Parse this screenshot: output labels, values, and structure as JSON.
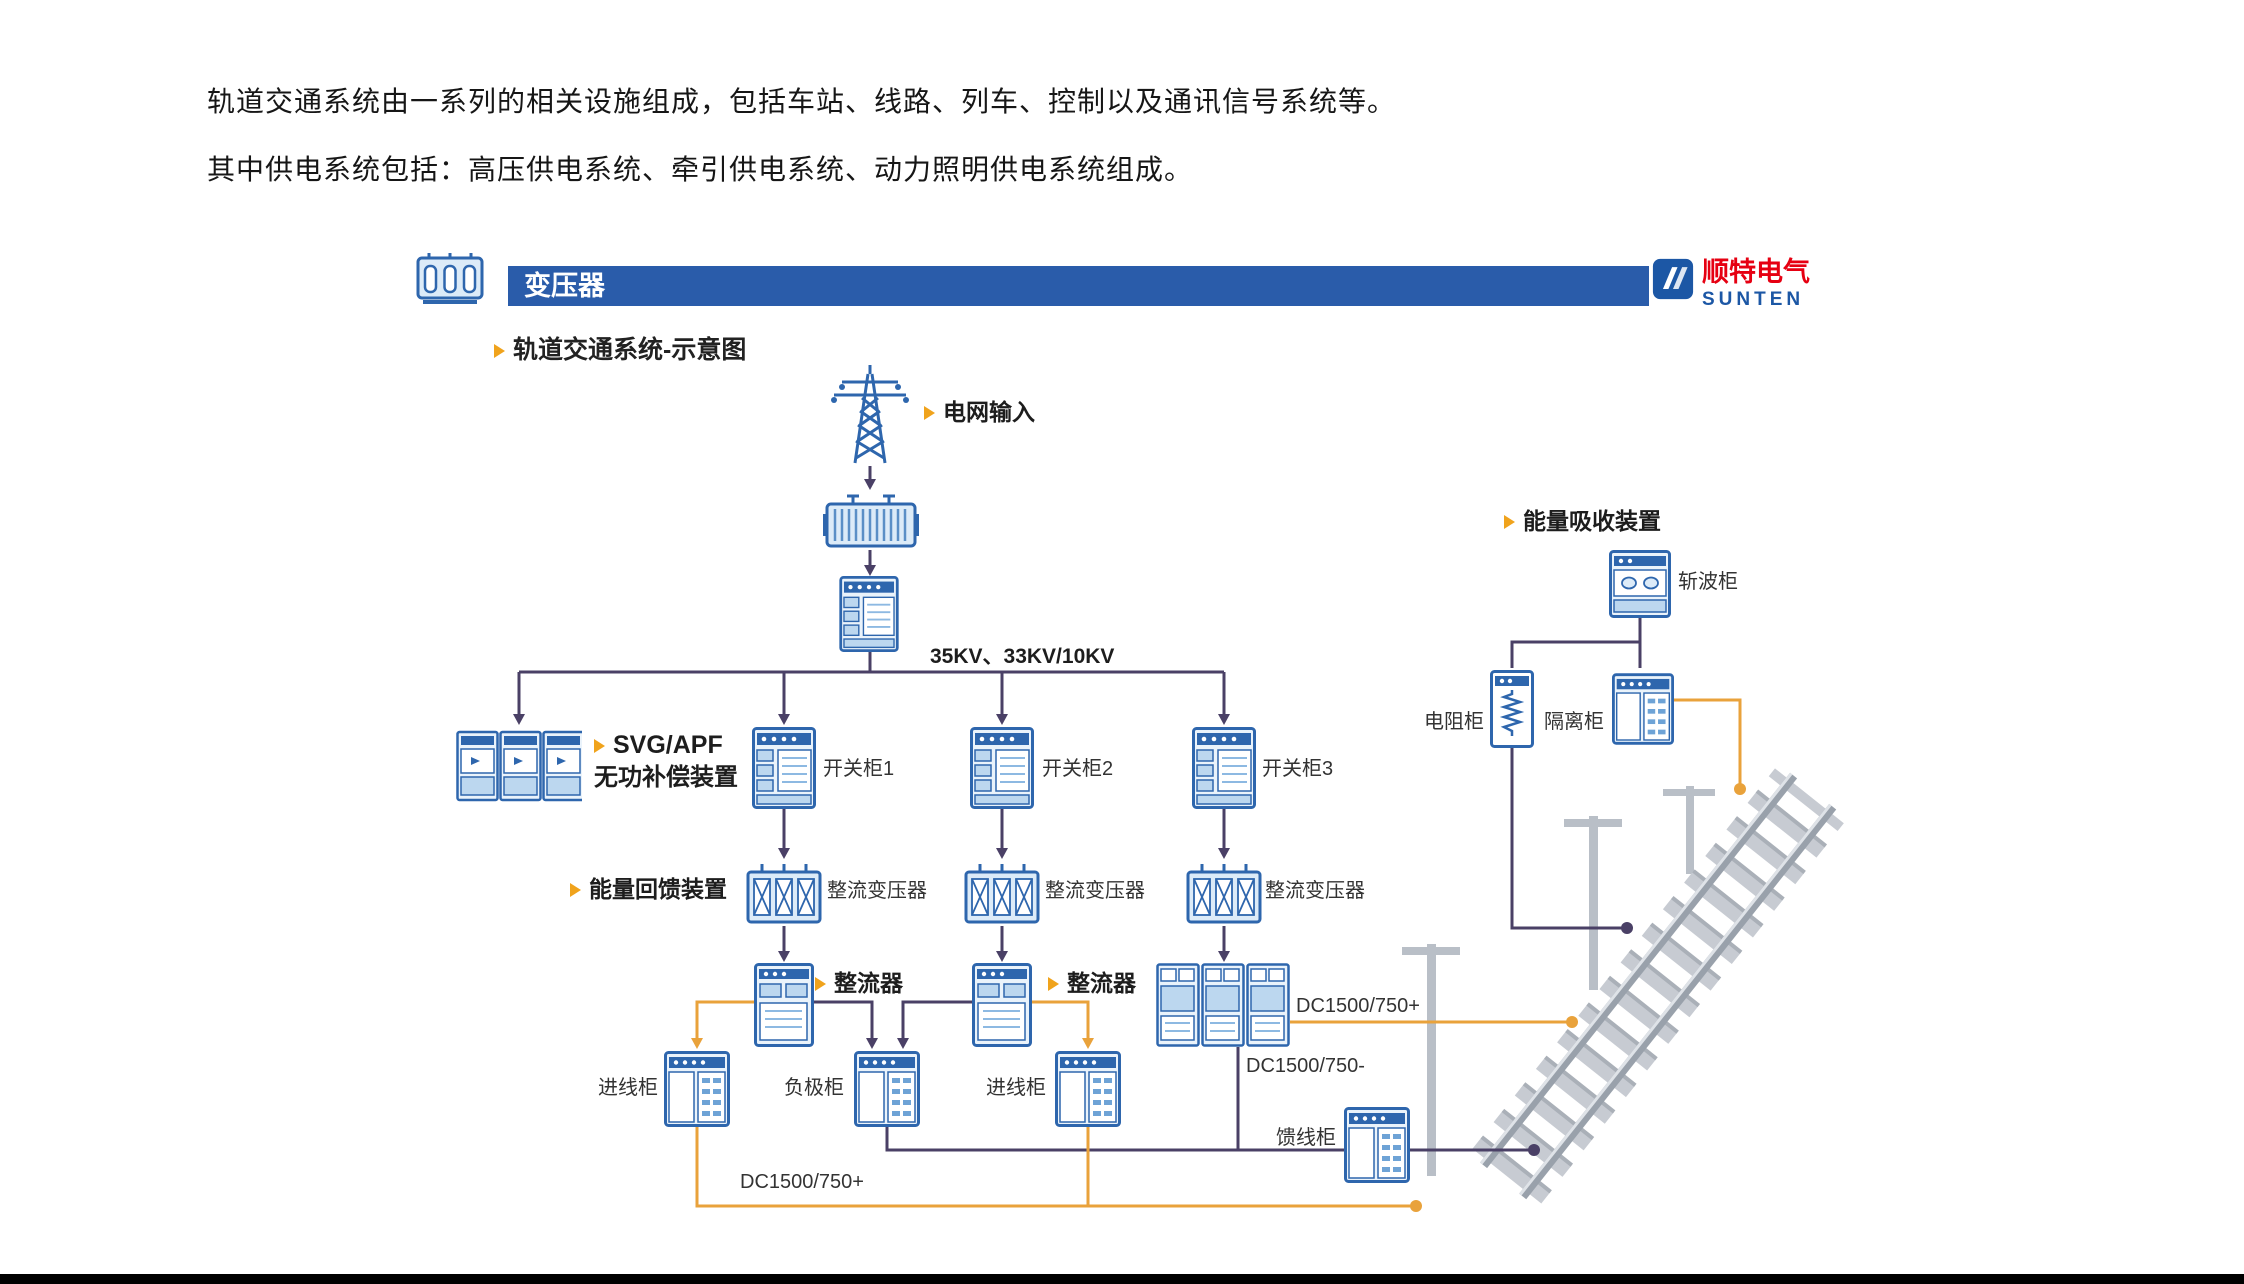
{
  "intro": {
    "line1": "轨道交通系统由一系列的相关设施组成，包括车站、线路、列车、控制以及通讯信号系统等。",
    "line2": "其中供电系统包括：高压供电系统、牵引供电系统、动力照明供电系统组成。"
  },
  "header": {
    "title": "变压器",
    "brand_cn": "顺特电气",
    "brand_en": "SUNTEN"
  },
  "diagram": {
    "subtitle": "轨道交通系统-示意图",
    "labels": {
      "grid_input": "电网输入",
      "voltage": "35KV、33KV/10KV",
      "svg_apf": "SVG/APF",
      "svg_apf_sub": "无功补偿装置",
      "switch1": "开关柜1",
      "switch2": "开关柜2",
      "switch3": "开关柜3",
      "energy_feedback": "能量回馈装置",
      "rect_transformer": "整流变压器",
      "rectifier": "整流器",
      "incoming": "进线柜",
      "negative": "负极柜",
      "feeder": "馈线柜",
      "dc_plus": "DC1500/750+",
      "dc_minus": "DC1500/750-",
      "energy_absorb": "能量吸收装置",
      "chopper": "斩波柜",
      "resistor": "电阻柜",
      "isolation": "隔离柜"
    },
    "colors": {
      "line_purple": "#4a4066",
      "line_orange": "#e9a23b",
      "device_blue": "#2e66ad",
      "header_blue": "#2a5caa",
      "marker_yellow": "#f0a31c",
      "brand_red": "#e60012",
      "brand_blue": "#1c57a5"
    }
  }
}
